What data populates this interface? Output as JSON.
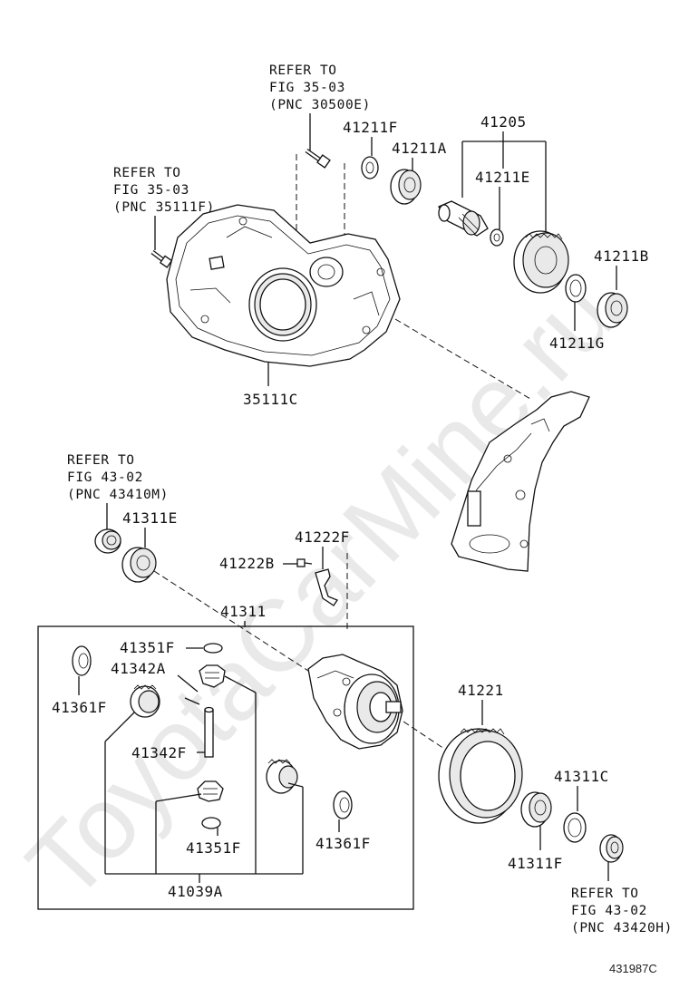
{
  "watermark": "ToyotaCarMine.ru",
  "diagram_code": "431987C",
  "labels": {
    "p41211F_top": "41211F",
    "p41205": "41205",
    "p41211A": "41211A",
    "p41211E": "41211E",
    "p41211B": "41211B",
    "p41211G": "41211G",
    "p35111C": "35111C",
    "p41311E": "41311E",
    "p41222F": "41222F",
    "p41222B": "41222B",
    "p41311": "41311",
    "p41351F_top": "41351F",
    "p41342A": "41342A",
    "p41361F_left": "41361F",
    "p41342F": "41342F",
    "p41351F_bot": "41351F",
    "p41361F_right": "41361F",
    "p41039A": "41039A",
    "p41221": "41221",
    "p41311C": "41311C",
    "p41311F": "41311F"
  },
  "refs": {
    "ref1": [
      "REFER TO",
      "FIG 35-03",
      "(PNC 30500E)"
    ],
    "ref2": [
      "REFER TO",
      "FIG 35-03",
      "(PNC 35111F)"
    ],
    "ref3": [
      "REFER TO",
      "FIG 43-02",
      "(PNC 43410M)"
    ],
    "ref4": [
      "REFER TO",
      "FIG 43-02",
      "(PNC 43420H)"
    ]
  },
  "icons": [
    "bolt-icon",
    "bearing-icon",
    "seal-icon",
    "gear-icon",
    "washer-icon",
    "pin-icon",
    "housing-icon",
    "differential-case-icon",
    "ring-gear-icon"
  ]
}
